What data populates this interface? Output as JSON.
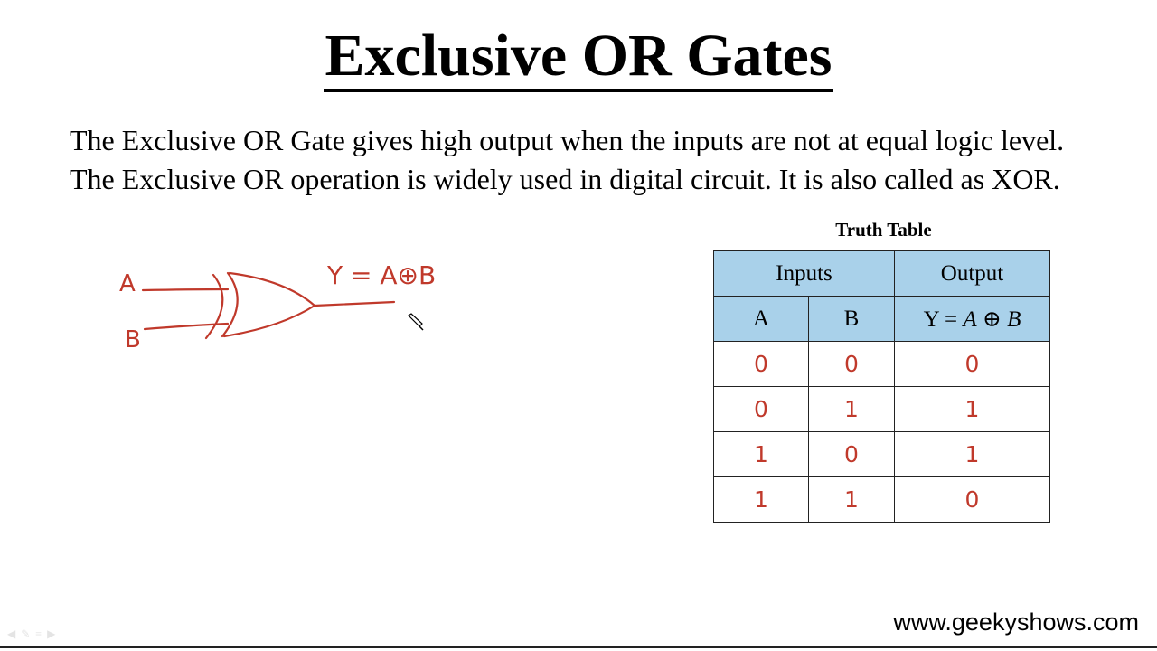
{
  "title": "Exclusive OR Gates",
  "intro": "The Exclusive OR Gate gives high output when the inputs are not at equal logic level. The Exclusive OR operation is widely used in digital circuit. It is also called as XOR.",
  "sketch": {
    "input_a": "A",
    "input_b": "B",
    "expression": "Y = A⊕B"
  },
  "truth_table": {
    "title": "Truth Table",
    "inputs_header": "Inputs",
    "output_header": "Output",
    "col_a": "A",
    "col_b": "B",
    "col_y_lhs": "Y =",
    "col_y_a": "A",
    "col_y_op": "⊕",
    "col_y_b": "B",
    "rows": [
      {
        "a": "0",
        "b": "0",
        "y": "0"
      },
      {
        "a": "0",
        "b": "1",
        "y": "1"
      },
      {
        "a": "1",
        "b": "0",
        "y": "1"
      },
      {
        "a": "1",
        "b": "1",
        "y": "0"
      }
    ]
  },
  "footer": "www.geekyshows.com",
  "colors": {
    "ink_red": "#c0392b",
    "header_blue": "#a9d1ea"
  }
}
